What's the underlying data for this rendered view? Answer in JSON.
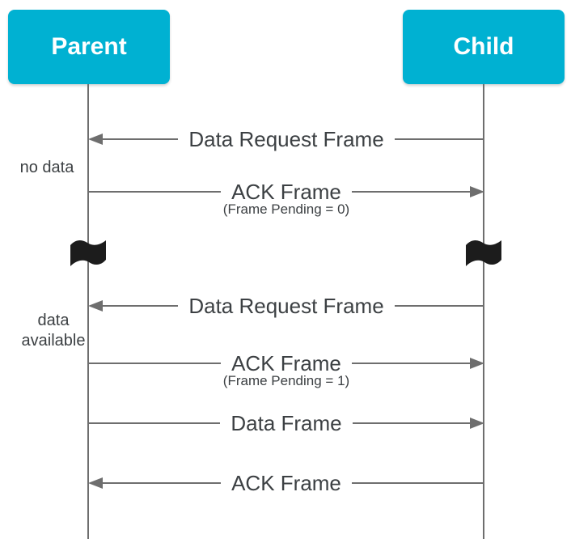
{
  "diagram": {
    "title_hint": "Parent-Child polling sequence (data request / ACK frames)",
    "actors": [
      {
        "label": "Parent"
      },
      {
        "label": "Child"
      }
    ],
    "side_notes": [
      {
        "text": "no data"
      },
      {
        "text": "data available"
      }
    ],
    "messages": [
      {
        "label": "Data Request Frame",
        "direction": "left",
        "from": "Child",
        "to": "Parent"
      },
      {
        "label": "ACK Frame",
        "sublabel": "(Frame Pending = 0)",
        "direction": "right",
        "from": "Parent",
        "to": "Child"
      },
      {
        "type": "time-break",
        "symbol": "black waving flag on both lifelines"
      },
      {
        "label": "Data Request Frame",
        "direction": "left",
        "from": "Child",
        "to": "Parent"
      },
      {
        "label": "ACK Frame",
        "sublabel": "(Frame Pending = 1)",
        "direction": "right",
        "from": "Parent",
        "to": "Child"
      },
      {
        "label": "Data Frame",
        "direction": "right",
        "from": "Parent",
        "to": "Child"
      },
      {
        "label": "ACK Frame",
        "direction": "left",
        "from": "Child",
        "to": "Parent"
      }
    ],
    "colors": {
      "actor_bg": "#00b1d2",
      "actor_text": "#ffffff",
      "line": "#6e6e6e",
      "text": "#3c4043",
      "flag": "#1c1c1c",
      "background": "#ffffff"
    }
  }
}
